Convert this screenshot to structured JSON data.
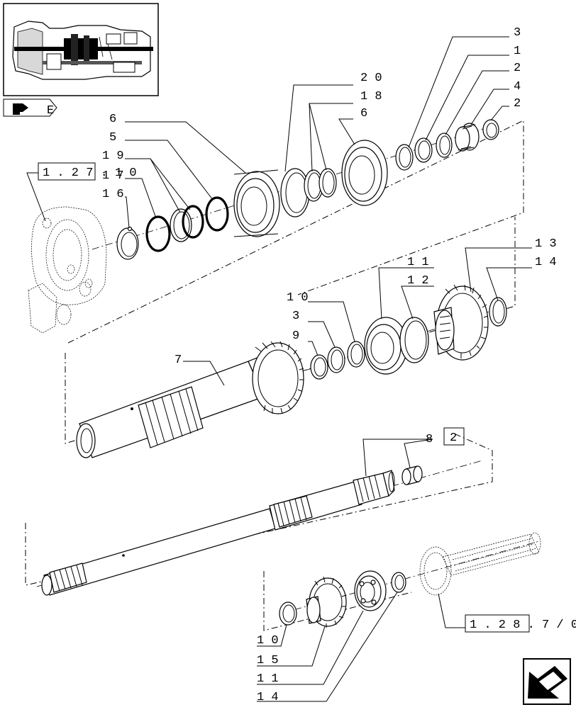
{
  "thumbnail": {
    "label": "E"
  },
  "references": {
    "top_left": "1 . 2 7 . 1 0",
    "middle_right": "2",
    "bottom_right": "1 . 2 8 . 7 / 0"
  },
  "callouts": {
    "c3_top": "3",
    "c1_top": "1",
    "c2_top": "2",
    "c4": "4",
    "c2_right": "2",
    "c20": "2 0",
    "c18": "1 8",
    "c6_mid": "6",
    "c6_left": "6",
    "c5": "5",
    "c19": "1 9",
    "c17": "1 7",
    "c16": "1 6",
    "c13": "1 3",
    "c14_mid": "1 4",
    "c11_mid": "1 1",
    "c12": "1 2",
    "c10_mid": "1 0",
    "c3_mid": "3",
    "c9": "9",
    "c7": "7",
    "c8": "8",
    "c10_bot": "1 0",
    "c15": "1 5",
    "c11_bot": "1 1",
    "c14_bot": "1 4"
  },
  "icons": {
    "nav_arrow": "arrow-icon"
  }
}
